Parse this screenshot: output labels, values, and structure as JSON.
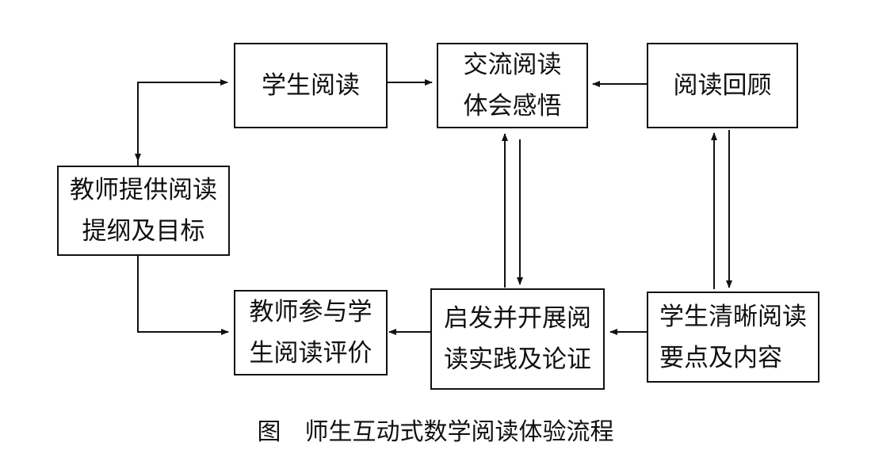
{
  "nodes": {
    "student_reading": {
      "lines": [
        "学生阅读"
      ]
    },
    "exchange_reading": {
      "lines": [
        "交流阅读",
        "体会感悟"
      ]
    },
    "reading_review": {
      "lines": [
        "阅读回顾"
      ]
    },
    "teacher_outline": {
      "lines": [
        "教师提供阅读",
        "提纲及目标"
      ]
    },
    "teacher_evaluation": {
      "lines": [
        "教师参与学",
        "生阅读评价"
      ]
    },
    "inspire_practice": {
      "lines": [
        "启发并开展阅",
        "读实践及论证"
      ]
    },
    "student_clear": {
      "lines": [
        "学生清晰阅读",
        "要点及内容"
      ]
    }
  },
  "caption": "图　师生互动式数学阅读体验流程"
}
